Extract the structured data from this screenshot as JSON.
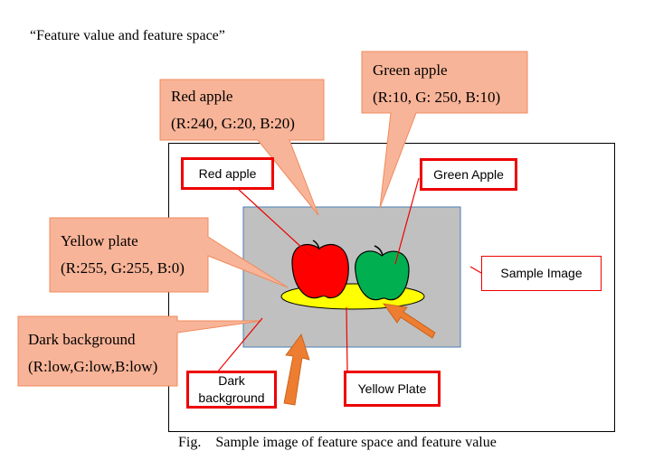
{
  "doc_title": "“Feature value and feature space”",
  "caption": "Fig.    Sample image of feature space and feature value",
  "callouts": {
    "red_apple": {
      "line1": "Red apple",
      "line2": "(R:240, G:20, B:20)"
    },
    "green_apple": {
      "line1": "Green apple",
      "line2": "(R:10, G: 250, B:10)"
    },
    "yellow_plate": {
      "line1": "Yellow plate",
      "line2": "(R:255, G:255, B:0)"
    },
    "dark_background": {
      "line1": "Dark background",
      "line2": "(R:low,G:low,B:low)"
    }
  },
  "labels": {
    "red_apple": "Red apple",
    "green_apple": "Green Apple",
    "sample_image": "Sample Image",
    "dark_background_1": "Dark",
    "dark_background_2": "background",
    "yellow_plate": "Yellow Plate"
  },
  "colors": {
    "callout_fill": "#f8b498",
    "callout_stroke": "#f08a5d",
    "label_border": "#ee0000",
    "sample_gray": "#c0c0c0",
    "sample_border": "#4a7fb5",
    "red_apple": "#ff0000",
    "green_apple": "#00b050",
    "plate": "#ffff00",
    "arrow": "#ed7d31"
  }
}
